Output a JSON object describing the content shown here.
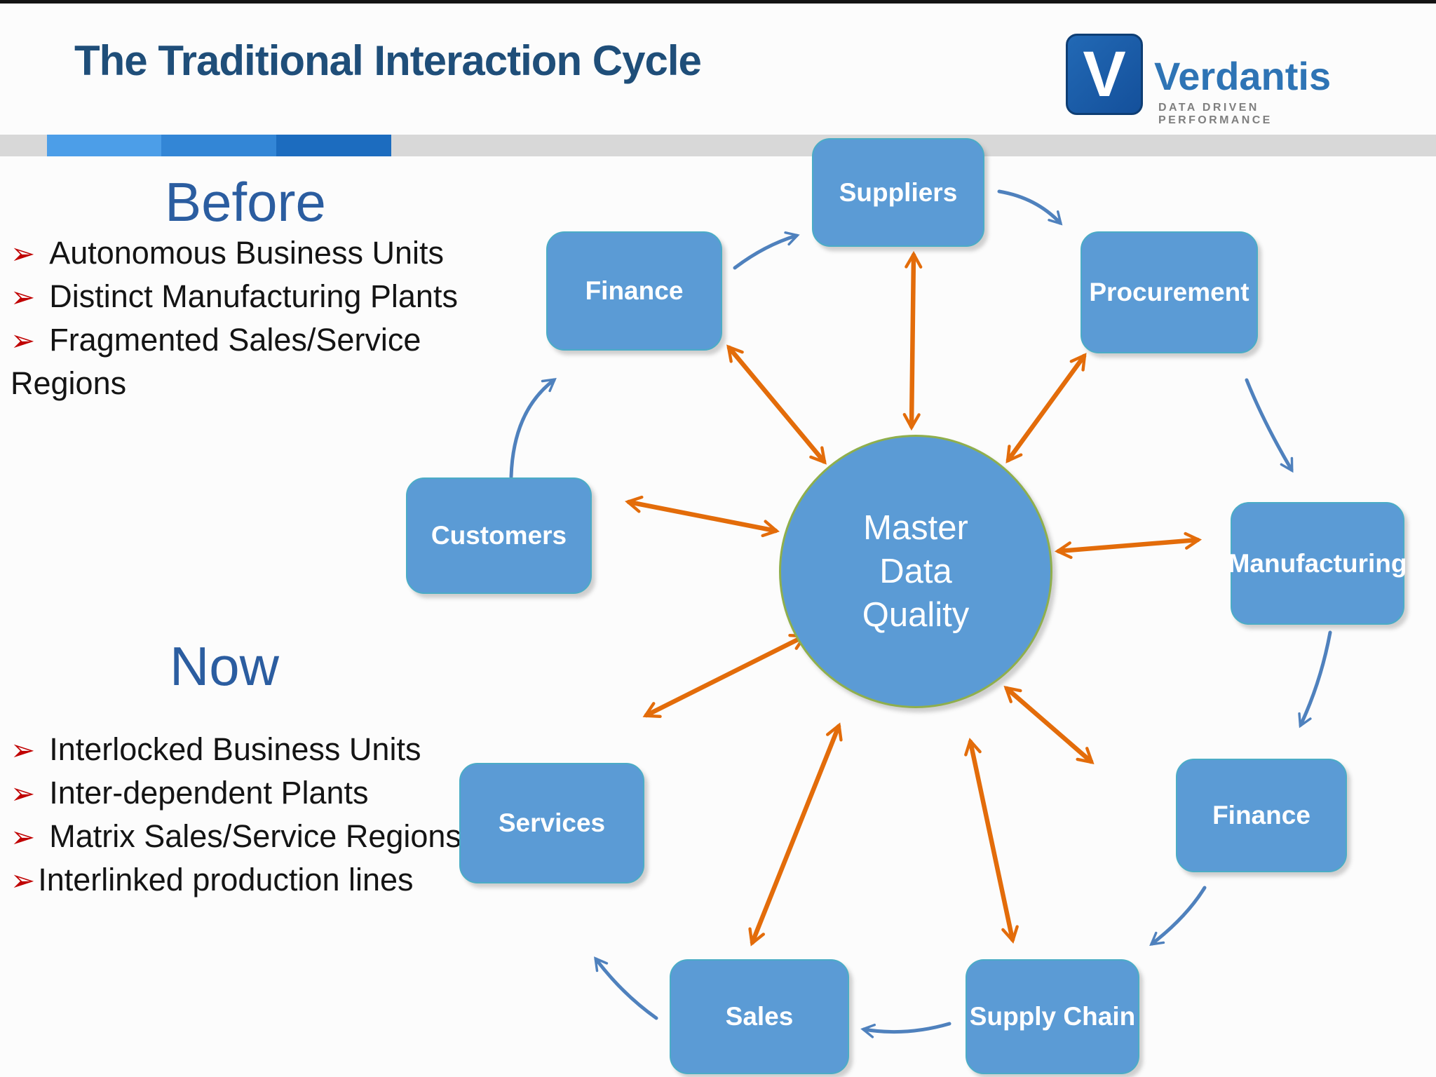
{
  "slide": {
    "title": "The Traditional Interaction Cycle"
  },
  "logo": {
    "letter": "V",
    "name": "Verdantis",
    "tagline": "DATA DRIVEN PERFORMANCE"
  },
  "before": {
    "heading": "Before",
    "items": [
      {
        "glyph": "➢",
        "text": "Autonomous Business Units"
      },
      {
        "glyph": "➢",
        "text": "Distinct Manufacturing Plants"
      },
      {
        "glyph": "➢",
        "text": "Fragmented Sales/Service"
      },
      {
        "glyph": "",
        "text": "Regions"
      }
    ]
  },
  "now": {
    "heading": "Now",
    "items": [
      {
        "glyph": "➢",
        "text": "Interlocked Business Units"
      },
      {
        "glyph": "➢",
        "text": "Inter-dependent Plants"
      },
      {
        "glyph": "➢",
        "text": "Matrix Sales/Service Regions"
      },
      {
        "glyph": "➢",
        "text": "Interlinked production lines"
      }
    ]
  },
  "diagram": {
    "center": {
      "line1": "Master",
      "line2": "Data",
      "line3": "Quality"
    },
    "nodes": [
      {
        "label": "Suppliers"
      },
      {
        "label": "Procurement"
      },
      {
        "label": "Manufacturing"
      },
      {
        "label": "Finance"
      },
      {
        "label": "Supply Chain"
      },
      {
        "label": "Sales"
      },
      {
        "label": "Services"
      },
      {
        "label": "Customers"
      },
      {
        "label": "Finance"
      }
    ]
  },
  "colors": {
    "title_blue": "#1f4e79",
    "heading_blue": "#2b5da0",
    "bullet_red": "#c00000",
    "node_fill": "#5b9bd5",
    "node_border": "#4bacc6",
    "circle_border": "#8faf4c",
    "orange_arrow": "#e36c0a",
    "blue_arrow": "#4f81bd",
    "band_gray": "#d8d8d8",
    "band_seg1": "#4c9ee8",
    "band_seg2": "#3386d6",
    "band_seg3": "#1c6cbf"
  }
}
